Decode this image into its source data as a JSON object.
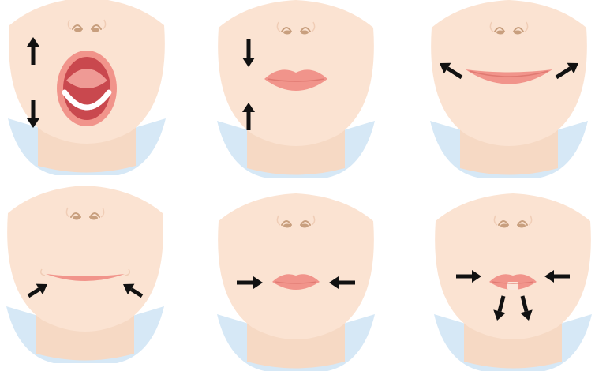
{
  "colors": {
    "skin": "#fbe3d2",
    "collar": "#d6e8f6",
    "neck": "#f6d9c4",
    "shadow": "#f0cdb6",
    "nose": "#c89f7e",
    "lip": "#f1948b",
    "lip_dark": "#e07a72",
    "mouth_inner": "#c9484e",
    "tongue": "#ef9a95",
    "teeth": "#ffffff",
    "arrow": "#111111"
  },
  "panels": [
    {
      "name": "panel-open-mouth",
      "mouth": "open",
      "arrows": [
        {
          "name": "arrow-up-icon",
          "dir": "up"
        },
        {
          "name": "arrow-down-icon",
          "dir": "down"
        }
      ]
    },
    {
      "name": "panel-closed-lips",
      "mouth": "pout",
      "arrows": [
        {
          "name": "arrow-down-icon",
          "dir": "down"
        },
        {
          "name": "arrow-up-icon",
          "dir": "up"
        }
      ]
    },
    {
      "name": "panel-smile",
      "mouth": "smile",
      "arrows": [
        {
          "name": "arrow-up-left-icon",
          "dir": "up-left"
        },
        {
          "name": "arrow-up-right-icon",
          "dir": "up-right"
        }
      ]
    },
    {
      "name": "panel-wide-smile",
      "mouth": "flat-smile",
      "arrows": [
        {
          "name": "arrow-down-right-icon",
          "dir": "inward-low-left"
        },
        {
          "name": "arrow-down-left-icon",
          "dir": "inward-low-right"
        }
      ]
    },
    {
      "name": "panel-pucker",
      "mouth": "purse",
      "arrows": [
        {
          "name": "arrow-right-icon",
          "dir": "right"
        },
        {
          "name": "arrow-left-icon",
          "dir": "left"
        }
      ]
    },
    {
      "name": "panel-pucker-jaw",
      "mouth": "purse-teeth",
      "arrows": [
        {
          "name": "arrow-right-icon",
          "dir": "right"
        },
        {
          "name": "arrow-left-icon",
          "dir": "left"
        },
        {
          "name": "arrow-down-icon",
          "dir": "down-left"
        },
        {
          "name": "arrow-down-icon",
          "dir": "down-right"
        }
      ]
    }
  ]
}
